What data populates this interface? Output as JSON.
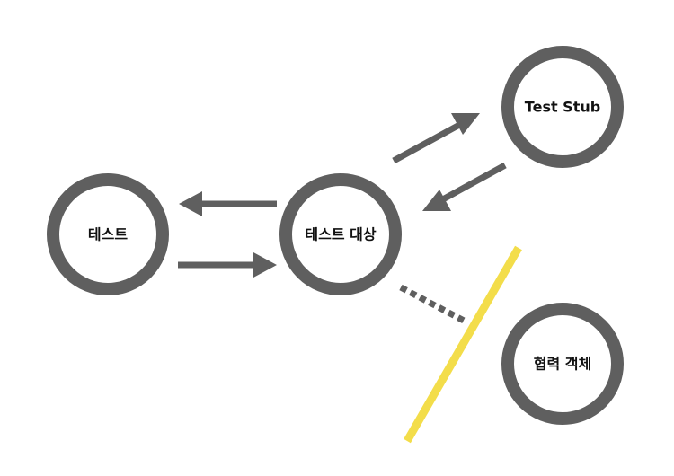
{
  "diagram": {
    "nodes": {
      "test": {
        "label": "테스트"
      },
      "sut": {
        "label": "테스트 대상"
      },
      "stub": {
        "label": "Test Stub"
      },
      "collaborator": {
        "label": "협력 객체"
      }
    }
  },
  "colors": {
    "node_stroke": "#5f5f5f",
    "arrow": "#5f5f5f",
    "barrier": "#f3dd4a",
    "background": "#ffffff"
  }
}
